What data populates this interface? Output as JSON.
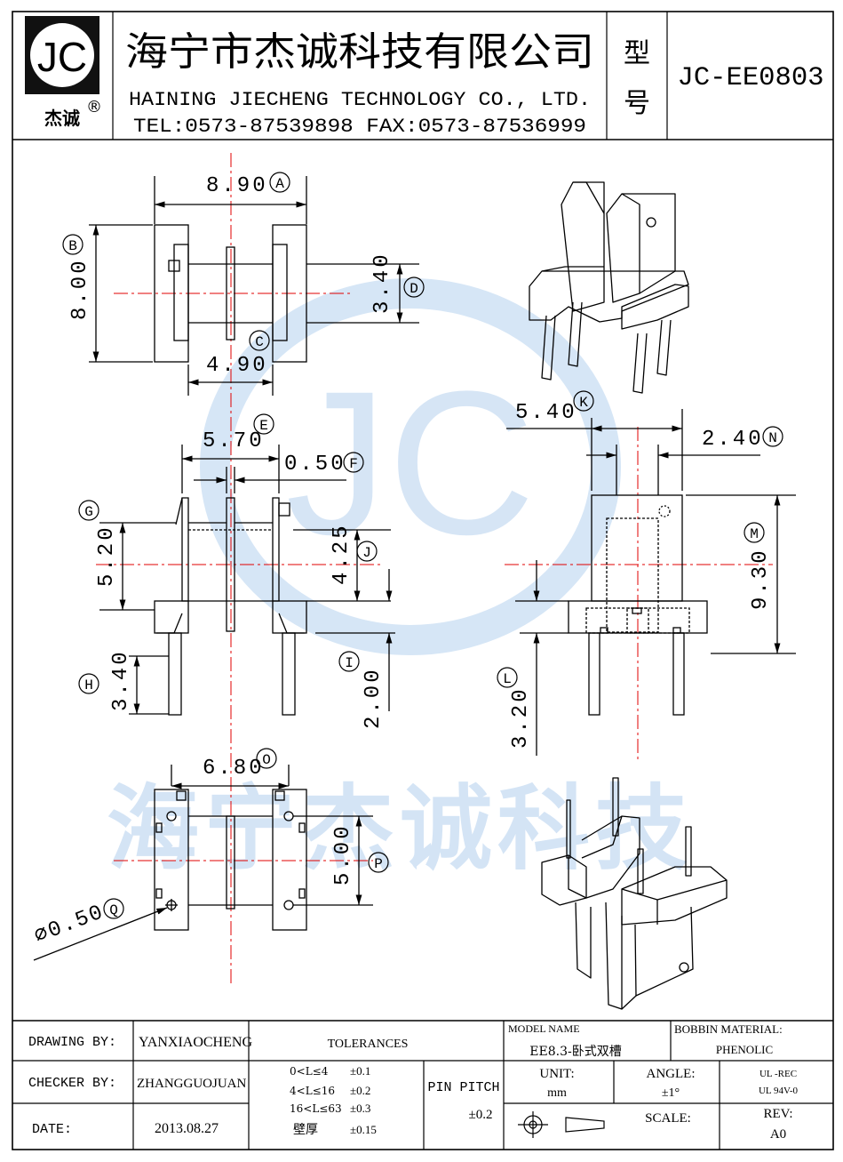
{
  "company": {
    "logo_text": "JC",
    "logo_sub": "杰诚",
    "logo_mark": "®",
    "name_cn": "海宁市杰诚科技有限公司",
    "name_en": "HAINING JIECHENG TECHNOLOGY CO., LTD.",
    "contact": "TEL:0573-87539898   FAX:0573-87536999",
    "model_label_1": "型",
    "model_label_2": "号",
    "model_no": "JC-EE0803"
  },
  "watermark": {
    "letters": "JC",
    "text": "海宁杰诚科技",
    "color": "#cfe0f3"
  },
  "dimensions": {
    "d_8_90": "8.90",
    "c_A": "A",
    "d_8_00": "8.00",
    "c_B": "B",
    "d_3_40a": "3.40",
    "c_D": "D",
    "c_C": "C",
    "d_4_90": "4.90",
    "d_5_70": "5.70",
    "c_E": "E",
    "d_0_50": "0.50",
    "c_F": "F",
    "c_G": "G",
    "d_5_20": "5.20",
    "d_4_25": "4.25",
    "c_J": "J",
    "c_H": "H",
    "d_3_40b": "3.40",
    "c_I": "I",
    "d_2_00": "2.00",
    "d_5_40": "5.40",
    "c_K": "K",
    "d_2_40": "2.40",
    "c_N": "N",
    "c_M": "M",
    "d_9_30": "9.30",
    "c_L": "L",
    "d_3_20": "3.20",
    "d_6_80": "6.80",
    "c_O": "O",
    "d_5_00": "5.00",
    "c_P": "P",
    "d_dia": "⌀0.50",
    "c_Q": "Q"
  },
  "titleblock": {
    "drawing_by_label": "DRAWING  BY:",
    "drawing_by": "YANXIAOCHENG",
    "checker_by_label": "CHECKER  BY:",
    "checker_by": "ZHANGGUOJUAN",
    "date_label": "DATE:",
    "date": "2013.08.27",
    "tolerances_label": "TOLERANCES",
    "tol_rows": [
      {
        "range": "0<L≤4",
        "value": "±0.1"
      },
      {
        "range": "4<L≤16",
        "value": "±0.2"
      },
      {
        "range": "16<L≤63",
        "value": "±0.3"
      },
      {
        "range": "壁厚",
        "value": "±0.15"
      }
    ],
    "pin_pitch_label": "PIN PITCH",
    "pin_pitch": "±0.2",
    "model_name_label": "MODEL NAME",
    "model_name": "EE8.3-卧式双槽",
    "bobbin_label": "BOBBIN MATERIAL:",
    "bobbin": "PHENOLIC",
    "unit_label": "UNIT:",
    "unit": "mm",
    "angle_label": "ANGLE:",
    "angle": "±1°",
    "ul_1": "UL -REC",
    "ul_2": "UL  94V-0",
    "scale_label": "SCALE:",
    "rev_label": "REV:",
    "rev": "A0"
  }
}
